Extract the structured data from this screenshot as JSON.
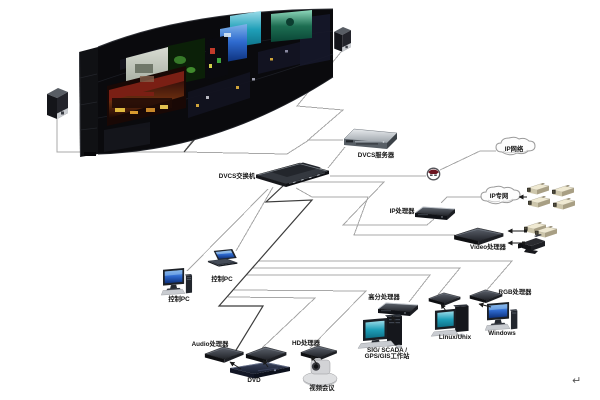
{
  "diagram": {
    "title_hint": "DVCS video wall system topology",
    "labels": {
      "dvcs_server": "DVCS服务器",
      "dvcs_switch": "DVCS交换机",
      "ip_network_cloud": "IP网络",
      "ip_private_cloud": "IP专网",
      "ip_processor": "IP处理器",
      "video_processor": "Video处理器",
      "control_pc_desktop": "控制PC",
      "control_pc_laptop": "控制PC",
      "hires_processor": "高分处理器",
      "sig_workstation_line1": "SIG/ SCADA /",
      "sig_workstation_line2": "GPS/GIS工作站",
      "linux_unix_workstation": "Linux/Unix",
      "rgb_processor": "RGB处理器",
      "windows_pc": "Windows",
      "audio_processor": "Audio处理器",
      "hd_processor": "HD处理器",
      "dvd_player": "DVD",
      "video_conference_camera": "视频会议",
      "return_mark": "↵"
    },
    "colors": {
      "background": "#ffffff",
      "connector_line": "#a8a8a8",
      "trunk_line": "#3c3c3c",
      "arrow": "#1a1a1a",
      "label_text": "#141414",
      "screen_blue": "#2f6bd0",
      "camera_beige": "#ded7c0",
      "router_red": "#6b1420"
    }
  }
}
